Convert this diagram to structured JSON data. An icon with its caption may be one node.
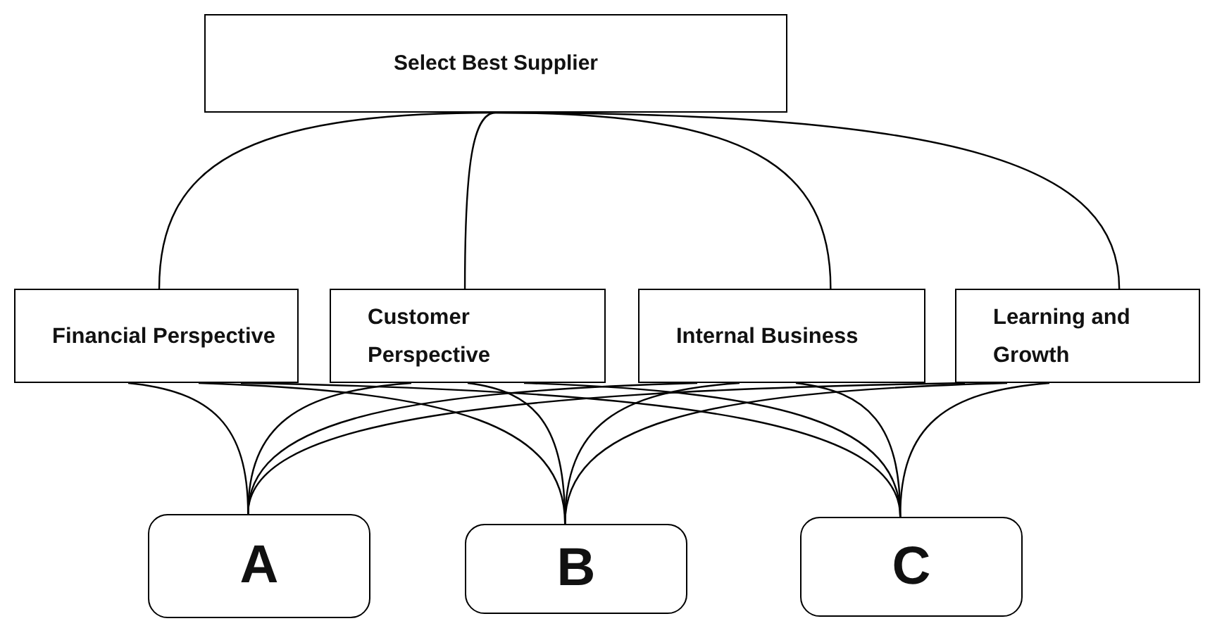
{
  "diagram": {
    "nodes": [
      {
        "text": [
          "Select Best Supplier"
        ]
      },
      {
        "text": [
          "Financial Perspective"
        ]
      },
      {
        "text": [
          "Customer Perspective"
        ]
      },
      {
        "text": [
          "Internal Business"
        ]
      },
      {
        "text": [
          "Learning and Growth"
        ]
      },
      {
        "text": [
          "A"
        ]
      },
      {
        "text": [
          "B"
        ]
      },
      {
        "text": [
          "C"
        ]
      }
    ],
    "edges": [
      {
        "from": 0,
        "to": 1,
        "arrow": "none"
      },
      {
        "from": 0,
        "to": 2,
        "arrow": "none"
      },
      {
        "from": 0,
        "to": 3,
        "arrow": "none"
      },
      {
        "from": 0,
        "to": 4,
        "arrow": "none"
      },
      {
        "from": 1,
        "to": 5,
        "arrow": "none"
      },
      {
        "from": 1,
        "to": 6,
        "arrow": "none"
      },
      {
        "from": 1,
        "to": 7,
        "arrow": "none"
      },
      {
        "from": 2,
        "to": 5,
        "arrow": "none"
      },
      {
        "from": 2,
        "to": 6,
        "arrow": "none"
      },
      {
        "from": 2,
        "to": 7,
        "arrow": "none"
      },
      {
        "from": 3,
        "to": 5,
        "arrow": "none"
      },
      {
        "from": 3,
        "to": 6,
        "arrow": "none"
      },
      {
        "from": 3,
        "to": 7,
        "arrow": "none"
      },
      {
        "from": 4,
        "to": 5,
        "arrow": "none"
      },
      {
        "from": 4,
        "to": 6,
        "arrow": "none"
      },
      {
        "from": 4,
        "to": 7,
        "arrow": "none"
      }
    ]
  }
}
